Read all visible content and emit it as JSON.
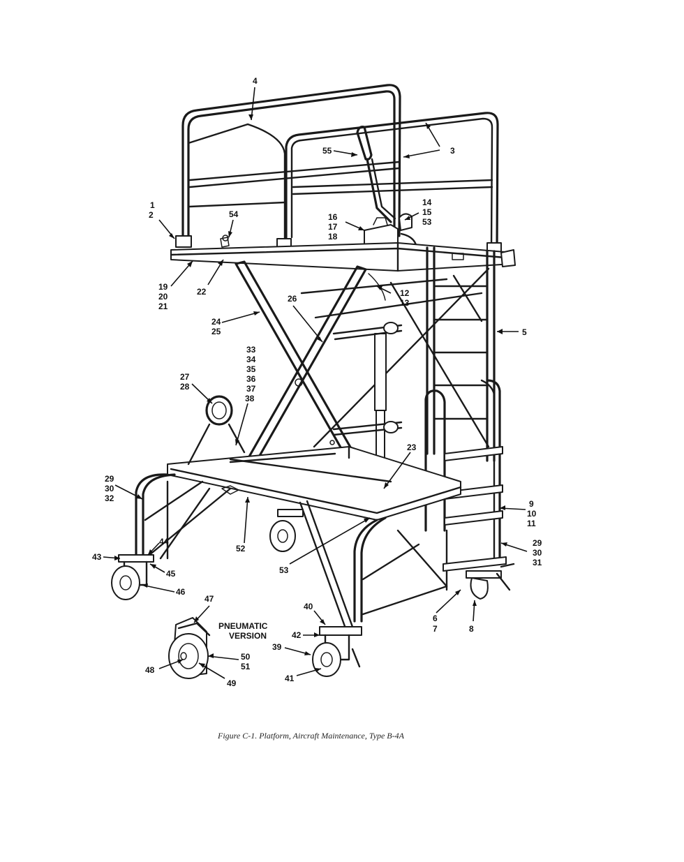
{
  "figure": {
    "caption": "Figure C-1. Platform, Aircraft Maintenance, Type B-4A",
    "inset_label_line1": "PNEUMATIC",
    "inset_label_line2": "VERSION"
  },
  "callouts": {
    "c1_2": [
      "1",
      "2"
    ],
    "c3": [
      "3"
    ],
    "c4": [
      "4"
    ],
    "c5": [
      "5"
    ],
    "c6_7": [
      "6",
      "7"
    ],
    "c8": [
      "8"
    ],
    "c9_11": [
      "9",
      "10",
      "11"
    ],
    "c12_13": [
      "12",
      "13"
    ],
    "c14_15_53": [
      "14",
      "15",
      "53"
    ],
    "c16_18": [
      "16",
      "17",
      "18"
    ],
    "c19_21": [
      "19",
      "20",
      "21"
    ],
    "c22": [
      "22"
    ],
    "c23": [
      "23"
    ],
    "c24_25": [
      "24",
      "25"
    ],
    "c26": [
      "26"
    ],
    "c27_28": [
      "27",
      "28"
    ],
    "c29_30_31": [
      "29",
      "30",
      "31"
    ],
    "c29_30_32": [
      "29",
      "30",
      "32"
    ],
    "c33_38": [
      "33",
      "34",
      "35",
      "36",
      "37",
      "38"
    ],
    "c39": [
      "39"
    ],
    "c40": [
      "40"
    ],
    "c41": [
      "41"
    ],
    "c42": [
      "42"
    ],
    "c43": [
      "43"
    ],
    "c44": [
      "44"
    ],
    "c45": [
      "45"
    ],
    "c46": [
      "46"
    ],
    "c47": [
      "47"
    ],
    "c48": [
      "48"
    ],
    "c49": [
      "49"
    ],
    "c50_51": [
      "50",
      "51"
    ],
    "c52": [
      "52"
    ],
    "c53": [
      "53"
    ],
    "c54": [
      "54"
    ],
    "c55": [
      "55"
    ]
  }
}
